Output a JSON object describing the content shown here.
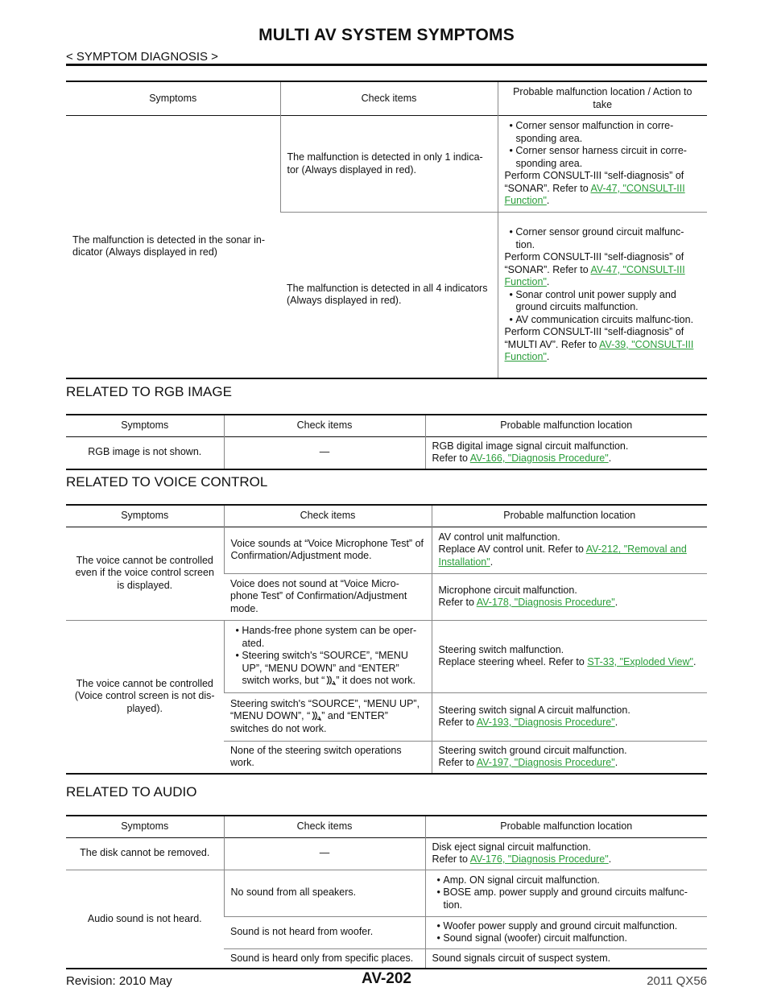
{
  "header": {
    "title": "MULTI AV SYSTEM SYMPTOMS",
    "breadcrumb": "< SYMPTOM DIAGNOSIS >"
  },
  "table_sonar": {
    "headers": [
      "Symptoms",
      "Check items",
      "Probable malfunction location / Action to take"
    ],
    "symptom": "The malfunction is detected in the sonar in-dicator (Always displayed in red)",
    "row1": {
      "check": "The malfunction is detected in only 1 indica-tor (Always displayed in red).",
      "bullet1": "Corner sensor malfunction in corre-sponding area.",
      "bullet2": "Corner sensor harness circuit in corre-sponding area.",
      "text": "Perform CONSULT-III “self-diagnosis” of “SONAR”. Refer to ",
      "link": "AV-47, \"CONSULT-III Function\""
    },
    "row2": {
      "check": "The malfunction is detected in all 4 indicators (Always displayed in red).",
      "bullet1": "Corner sensor ground circuit malfunc-tion.",
      "text1": "Perform CONSULT-III “self-diagnosis” of “SONAR”. Refer to ",
      "link1": "AV-47, \"CONSULT-III Function\"",
      "bullet2": "Sonar control unit power supply and ground circuits malfunction.",
      "bullet3": "AV communication circuits malfunc-tion.",
      "text2": "Perform CONSULT-III “self-diagnosis” of “MULTI AV”. Refer to ",
      "link2": "AV-39, \"CONSULT-III Function\""
    }
  },
  "section_rgb": {
    "heading": "RELATED TO RGB IMAGE",
    "headers": [
      "Symptoms",
      "Check items",
      "Probable malfunction location"
    ],
    "symptom": "RGB image is not shown.",
    "check": "—",
    "location": "RGB digital image signal circuit malfunction.",
    "refer": "Refer to ",
    "link": "AV-166, \"Diagnosis Procedure\""
  },
  "section_voice": {
    "heading": "RELATED TO VOICE CONTROL",
    "headers": [
      "Symptoms",
      "Check items",
      "Probable malfunction location"
    ],
    "symptom1": "The voice cannot be controlled even if the voice control screen is displayed.",
    "r1_check": "Voice sounds at “Voice Microphone Test” of Confirmation/Adjustment mode.",
    "r1_loc": "AV control unit malfunction.",
    "r1_refer": "Replace AV control unit. Refer to ",
    "r1_link": "AV-212, \"Removal and Installation\"",
    "r2_check": "Voice does not sound at “Voice Micro-phone Test” of Confirmation/Adjustment mode.",
    "r2_loc": "Microphone circuit malfunction.",
    "r2_refer": "Refer to ",
    "r2_link": "AV-178, \"Diagnosis Procedure\"",
    "symptom2": "The voice cannot be controlled (Voice control screen is not dis-played).",
    "r3_bullet1": "Hands-free phone system can be oper-ated.",
    "r3_bullet2a": "Steering switch's “SOURCE”, “MENU UP”, “MENU DOWN” and “ENTER” switch works, but “",
    "r3_bullet2b": "” it does not work.",
    "r3_loc": "Steering switch malfunction.",
    "r3_refer": "Replace steering wheel. Refer to ",
    "r3_link": "ST-33, \"Exploded View\"",
    "r4_check_a": "Steering switch's “SOURCE”, “MENU UP”, “MENU DOWN”, “",
    "r4_check_b": "” and “ENTER” switches do not work.",
    "r4_loc": "Steering switch signal A circuit malfunction.",
    "r4_refer": "Refer to ",
    "r4_link": "AV-193, \"Diagnosis Procedure\"",
    "r5_check": "None of the steering switch operations work.",
    "r5_loc": "Steering switch ground circuit malfunction.",
    "r5_refer": "Refer to ",
    "r5_link": "AV-197, \"Diagnosis Procedure\""
  },
  "section_audio": {
    "heading": "RELATED TO AUDIO",
    "headers": [
      "Symptoms",
      "Check items",
      "Probable malfunction location"
    ],
    "r1_symptom": "The disk cannot be removed.",
    "r1_check": "—",
    "r1_loc": "Disk eject signal circuit malfunction.",
    "r1_refer": "Refer to ",
    "r1_link": "AV-176, \"Diagnosis Procedure\"",
    "symptom2": "Audio sound is not heard.",
    "r2_check": "No sound from all speakers.",
    "r2_bullet1": "Amp. ON signal circuit malfunction.",
    "r2_bullet2": "BOSE amp. power supply and ground circuits malfunc-tion.",
    "r3_check": "Sound is not heard from woofer.",
    "r3_bullet1": "Woofer power supply and ground circuit malfunction.",
    "r3_bullet2": "Sound signal (woofer) circuit malfunction.",
    "r4_check": "Sound is heard only from specific places.",
    "r4_loc": "Sound signals circuit of suspect system."
  },
  "footer": {
    "revision": "Revision: 2010 May",
    "page": "AV-202",
    "model": "2011 QX56"
  }
}
